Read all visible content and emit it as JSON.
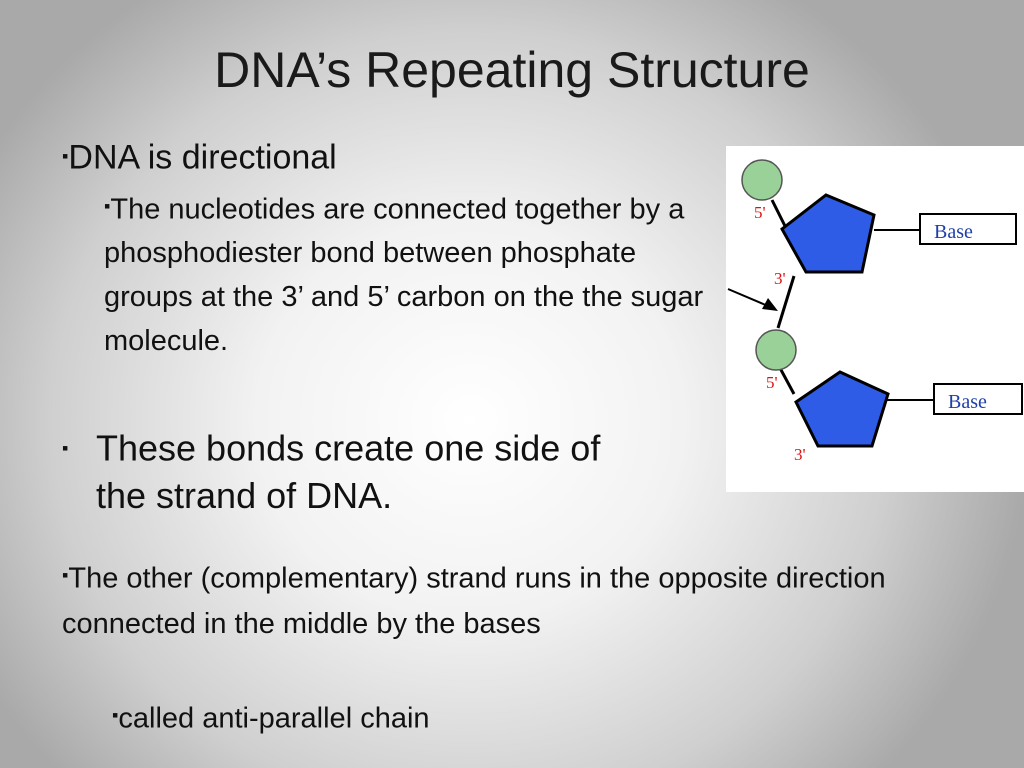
{
  "slide": {
    "title": "DNA’s Repeating Structure",
    "bullet_char": "▪",
    "point1": "DNA is directional",
    "point1_sub": "The nucleotides are connected together by a phosphodiester bond between phosphate groups at the 3’ and 5’ carbon on the the sugar molecule.",
    "point2_line1": "These bonds create one side of",
    "point2_line2": "the strand of DNA.",
    "point3": "The other (complementary) strand runs in the opposite direction connected in the middle by the bases",
    "point3_sub": "called anti-parallel chain"
  },
  "diagram": {
    "label_5prime_top": "5'",
    "label_3prime_top": "3'",
    "label_5prime_bottom": "5'",
    "label_3prime_bottom": "3'",
    "base_label_top": "Base",
    "base_label_bottom": "Base",
    "colors": {
      "phosphate": "#99d199",
      "sugar": "#2e5ce6",
      "prime_label": "#e01010",
      "base_text": "#1f3fa8"
    }
  }
}
